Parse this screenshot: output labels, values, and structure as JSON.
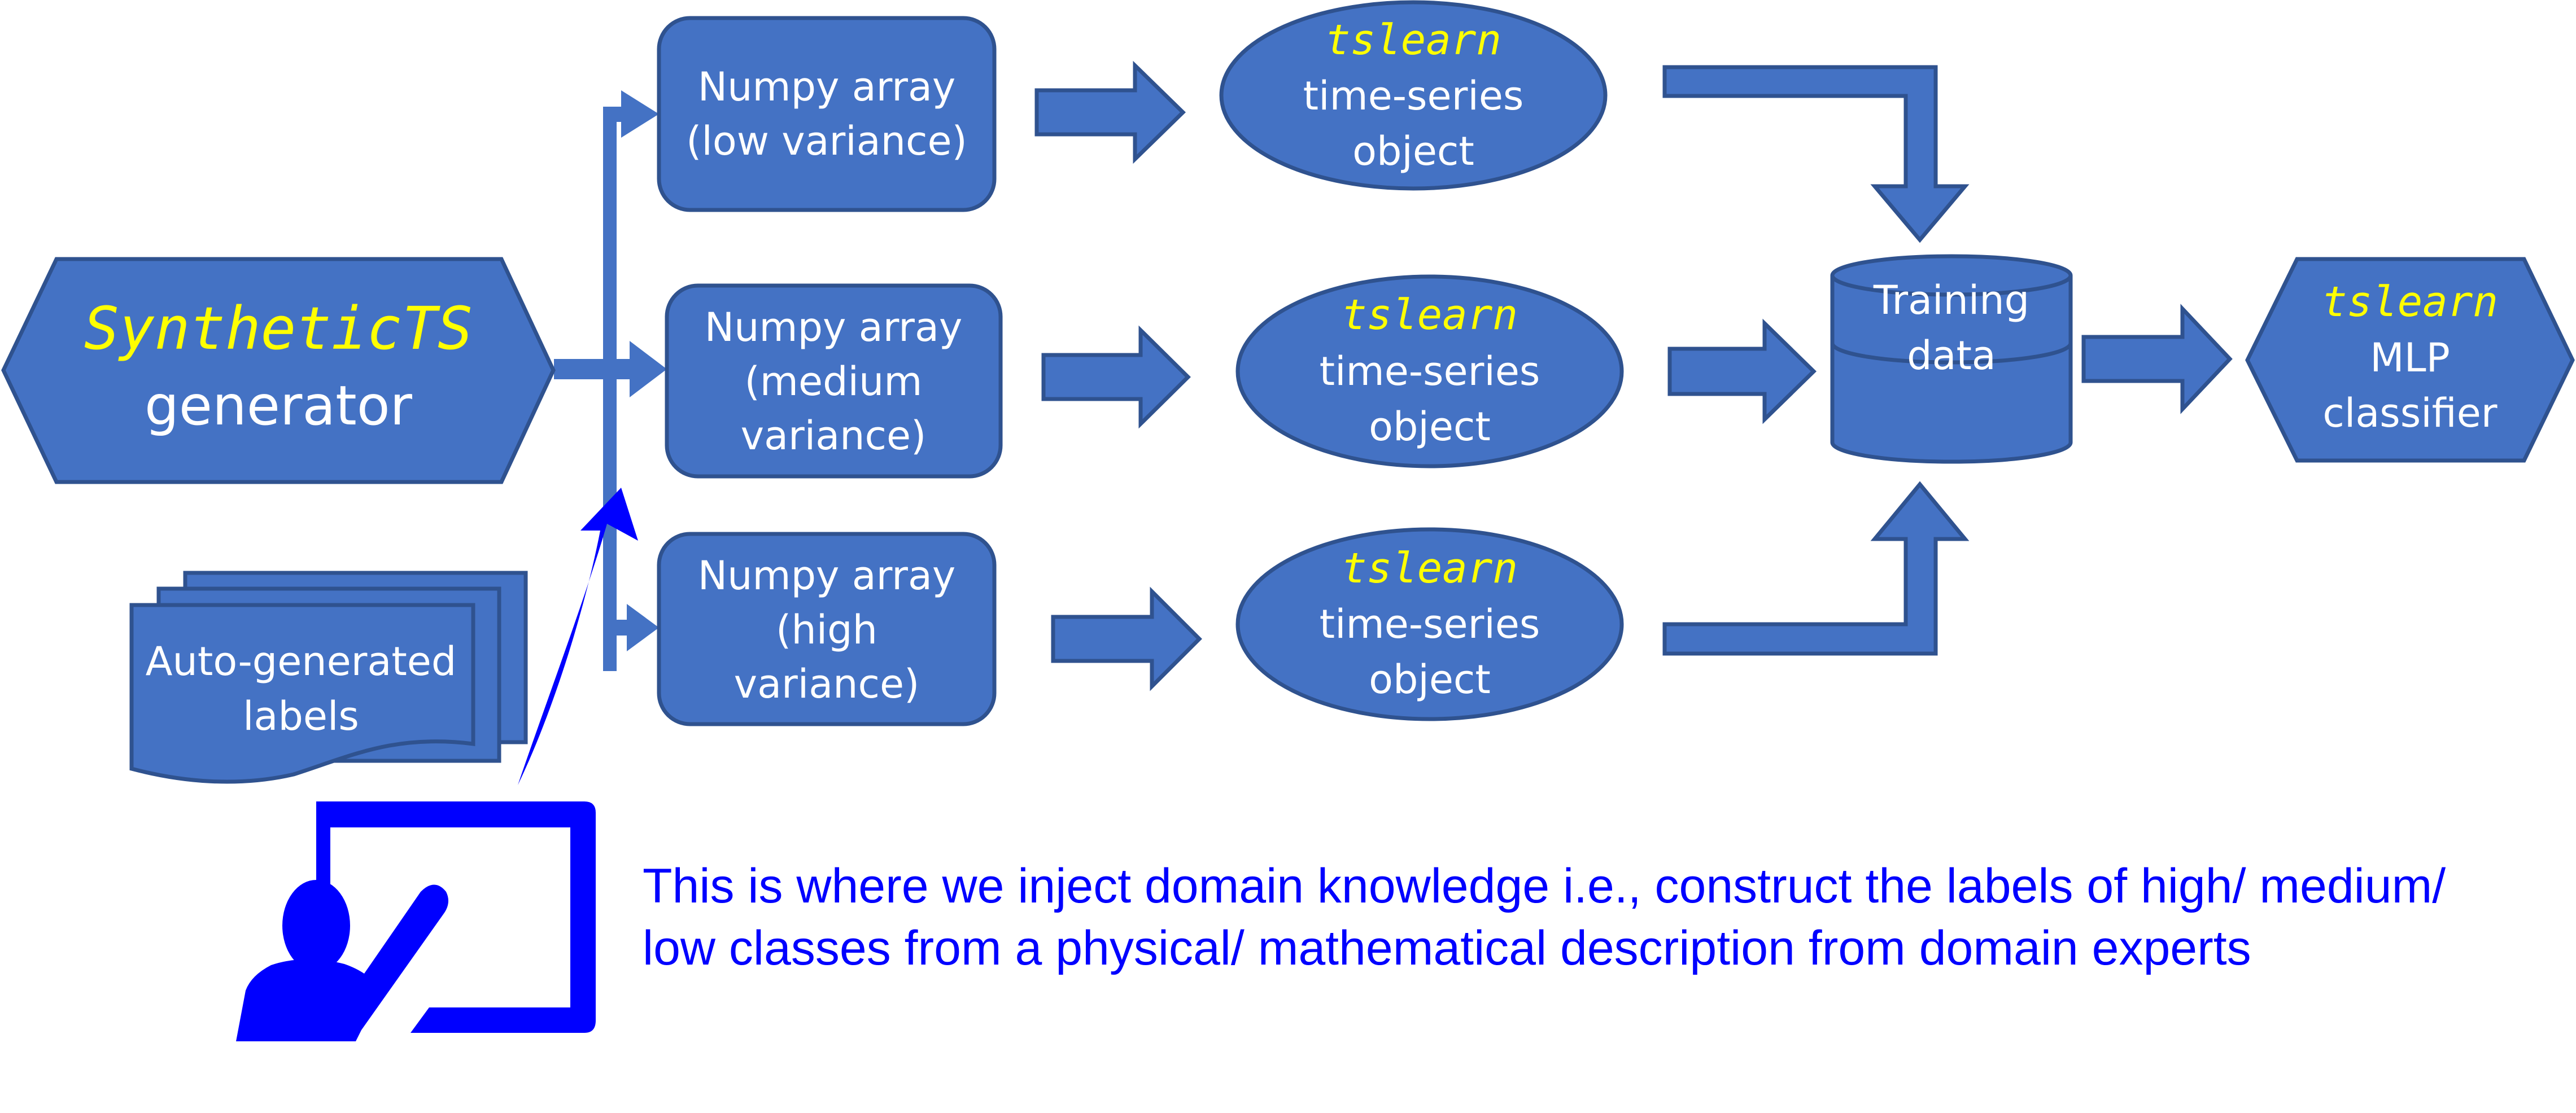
{
  "colors": {
    "shape_fill": "#4472C4",
    "shape_stroke": "#2F528F",
    "library_text": "#FFFF00",
    "label_text": "#FFFFFF",
    "annotation": "#0000FF"
  },
  "generator": {
    "name": "SyntheticTS",
    "role": "generator"
  },
  "labels_doc": {
    "line1": "Auto-generated",
    "line2": "labels"
  },
  "numpy_arrays": [
    {
      "line1": "Numpy array",
      "line2": "(low variance)",
      "line3": ""
    },
    {
      "line1": "Numpy array",
      "line2": "(medium",
      "line3": "variance)"
    },
    {
      "line1": "Numpy array",
      "line2": "(high",
      "line3": "variance)"
    }
  ],
  "ts_objects": [
    {
      "lib": "tslearn",
      "line1": "time-series",
      "line2": "object"
    },
    {
      "lib": "tslearn",
      "line1": "time-series",
      "line2": "object"
    },
    {
      "lib": "tslearn",
      "line1": "time-series",
      "line2": "object"
    }
  ],
  "training_data": {
    "line1": "Training",
    "line2": "data"
  },
  "classifier": {
    "lib": "tslearn",
    "line1": "MLP",
    "line2": "classifier"
  },
  "annotation": {
    "icon": "teacher-presentation-icon",
    "text": "This is where we inject domain knowledge i.e., construct the labels of high/ medium/ low classes from a physical/ mathematical description from domain experts"
  }
}
